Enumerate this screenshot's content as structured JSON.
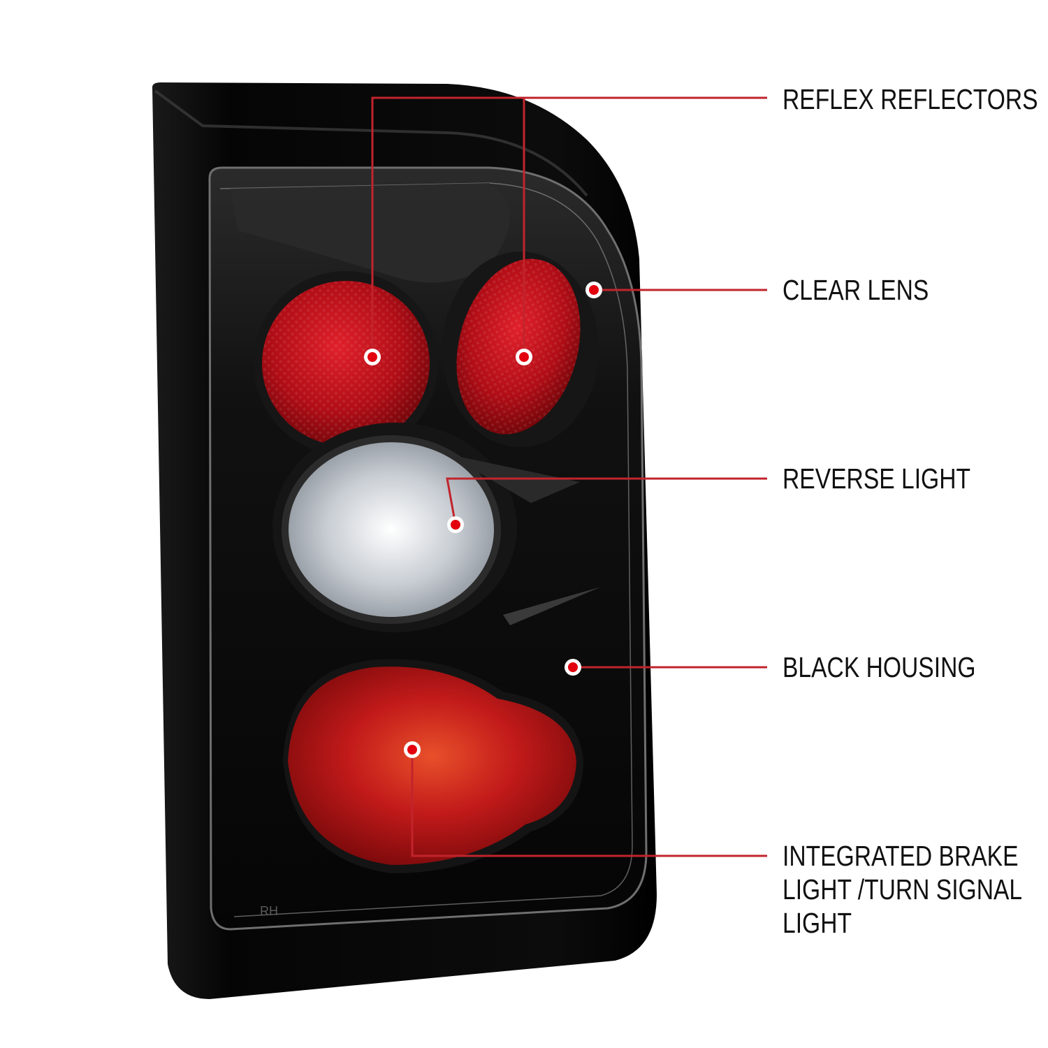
{
  "colors": {
    "background": "#ffffff",
    "leader_line": "#c2242c",
    "dot_fill": "#e3000f",
    "housing": "#0b0b0b",
    "reflector_red": "#b00d14",
    "reverse_clear": "#cfd5da",
    "brake_red": "#a80e12",
    "label_text": "#111111"
  },
  "callouts": {
    "reflex_reflectors": {
      "lines": [
        "REFLEX REFLECTORS"
      ]
    },
    "clear_lens": {
      "lines": [
        "CLEAR LENS"
      ]
    },
    "reverse_light": {
      "lines": [
        "REVERSE LIGHT"
      ]
    },
    "black_housing": {
      "lines": [
        "BLACK HOUSING"
      ]
    },
    "brake_turn": {
      "lines": [
        "INTEGRATED BRAKE",
        "LIGHT /TURN SIGNAL",
        "LIGHT"
      ]
    }
  },
  "product_markings": {
    "side": "RH"
  }
}
